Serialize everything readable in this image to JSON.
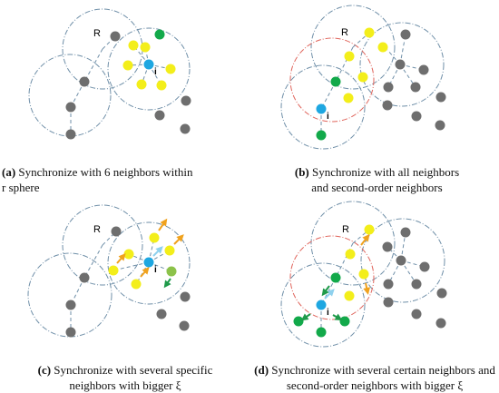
{
  "colors": {
    "gray": "#6e6e6e",
    "yellow": "#f3ee1a",
    "blue": "#1ea7e1",
    "green": "#12a94a",
    "light_green": "#8cc24a",
    "circle": "#6f8fa8",
    "red_circle": "#e0645b",
    "orange_arrow": "#f0a21e",
    "light_blue_arrow": "#8fd1ee",
    "green_arrow": "#1f9a4a"
  },
  "node_labels": {
    "radius": "R",
    "center": "i"
  },
  "panels": [
    {
      "id": "a",
      "label": "(a)",
      "caption_line1": "Synchronize with 6 neighbors within",
      "caption_line2": "r sphere"
    },
    {
      "id": "b",
      "label": "(b)",
      "caption_line1": "Synchronize with all neighbors",
      "caption_line2": "and second-order neighbors"
    },
    {
      "id": "c",
      "label": "(c)",
      "caption_line1": "Synchronize with several specific",
      "caption_line2": "neighbors with bigger ξ"
    },
    {
      "id": "d",
      "label": "(d)",
      "caption_line1": "Synchronize with several certain neighbors and",
      "caption_line2": "second-order neighbors with bigger ξ"
    }
  ]
}
